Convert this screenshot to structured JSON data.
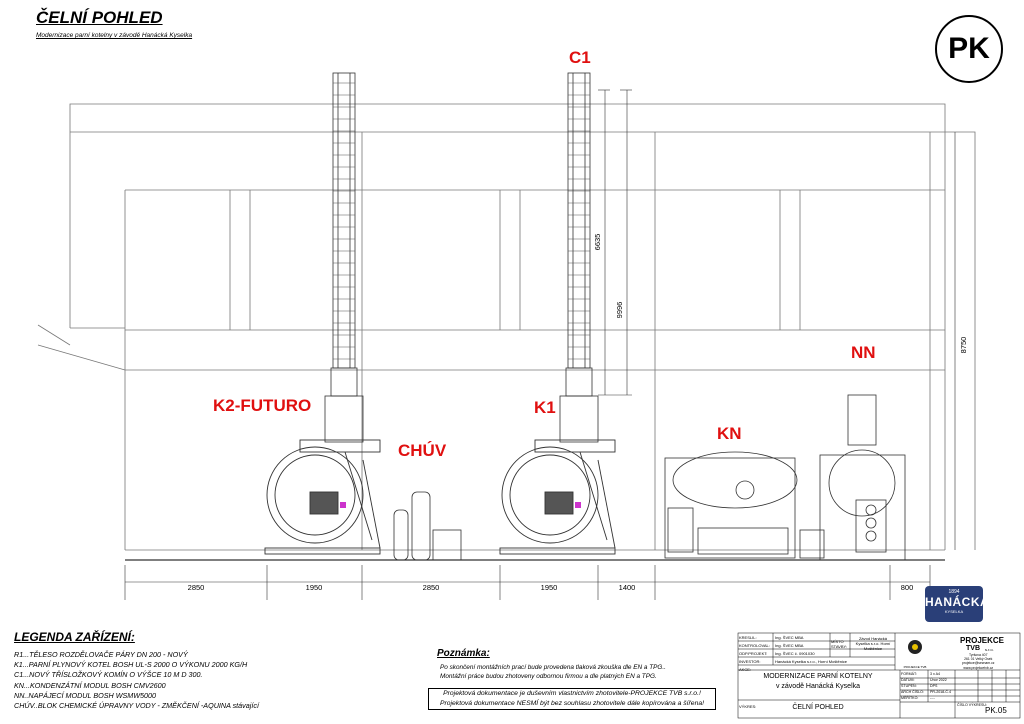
{
  "header": {
    "title": "ČELNÍ POHLED",
    "subtitle": "Modernizace parní kotelny v závodě Hanácká Kyselka",
    "badge": "PK"
  },
  "labels": {
    "c1": "C1",
    "k2": "K2-FUTURO",
    "chuv": "CHÚV",
    "k1": "K1",
    "kn": "KN",
    "nn": "NN"
  },
  "dimensions": {
    "bottom": [
      "2850",
      "1950",
      "2850",
      "1950",
      "1400",
      "800"
    ],
    "chimney_top": "6635",
    "chimney_total": "9996",
    "building_height": "8750"
  },
  "legend": {
    "title": "LEGENDA ZAŘÍZENÍ:",
    "items": [
      "R1...TĚLESO ROZDĚLOVAČE PÁRY DN 200 - NOVÝ",
      "K1...PARNÍ PLYNOVÝ KOTEL BOSH UL-S 2000 O VÝKONU 2000 KG/H",
      "C1...NOVÝ TŘÍSLOŽKOVÝ KOMÍN O VÝŠCE 10 M D 300.",
      "KN...KONDENZÁTNÍ MODUL BOSH CMV2600",
      "NN..NAPÁJECÍ MODUL BOSH WSMW5000",
      "CHÚV..BLOK CHEMICKÉ ÚPRAVNY VODY - ZMĚKČENÍ -AQUINA stávající"
    ]
  },
  "note": {
    "title": "Poznámka:",
    "lines": [
      "Po skončení montážních  prací bude provedena tlaková zkouška dle EN a TPG..",
      "Montážní práce budou zhotoveny odbornou firmou a dle  platných EN a TPG."
    ],
    "box": [
      "Projektová dokumentace je duševním vlastnictvím zhotovitele-PROJEKCE TVB s.r.o.!",
      "Projektová dokumentace NESMÍ být bez souhlasu zhotovitele dále kopírována a šířena!"
    ]
  },
  "title_block": {
    "rows": [
      {
        "k": "KRESLIL:",
        "v": "Ing. ŠVEC MBA"
      },
      {
        "k": "KONTROLOVAL:",
        "v": "Ing. ŠVEC MBA"
      },
      {
        "k": "ODP.PROJEKT:",
        "v": "Ing. ŠVEC č. 0901030"
      },
      {
        "k": "INVESTOR:",
        "v": "Hanácká Kyselka s.r.o., Horní Moštěnice"
      },
      {
        "k": "AKCE:",
        "v": ""
      }
    ],
    "misto_label": "MÍSTO STAVBY:",
    "misto_value": "Závod Hanácká Kyselka s.r.o. Horní Moštěnice",
    "akce_line1": "MODERNIZACE PARNÍ KOTELNY",
    "akce_line2": "v závodě  Hanácká Kyselka",
    "vykres_label": "VÝKRES:",
    "vykres": "ČELNÍ POHLED",
    "meta": [
      {
        "k": "FORMÁT:",
        "v": "3 x A4"
      },
      {
        "k": "DATUM:",
        "v": "Únor 2022"
      },
      {
        "k": "STUPEŇ:",
        "v": "DPS"
      },
      {
        "k": "ARCH ČÍSLO:",
        "v": "PR-2018-Č.4"
      },
      {
        "k": "MĚŘÍTKO:",
        "v": "----"
      }
    ],
    "cislo_label": "ČÍSLO VÝKRESU:",
    "cislo": "PK.05",
    "company": "PROJEKCE",
    "company2": "TVB",
    "company3": "s.r.o.",
    "address": [
      "Tyršova 407",
      "261 01 Velký Osek",
      "projekce@seznam.cz",
      "www.projekcetvb.cz"
    ],
    "tvb_logo_text": "PROJEKCE TVB"
  },
  "logo": {
    "top": "1894",
    "name": "HANÁCKÁ",
    "bottom": "KYSELKA"
  }
}
